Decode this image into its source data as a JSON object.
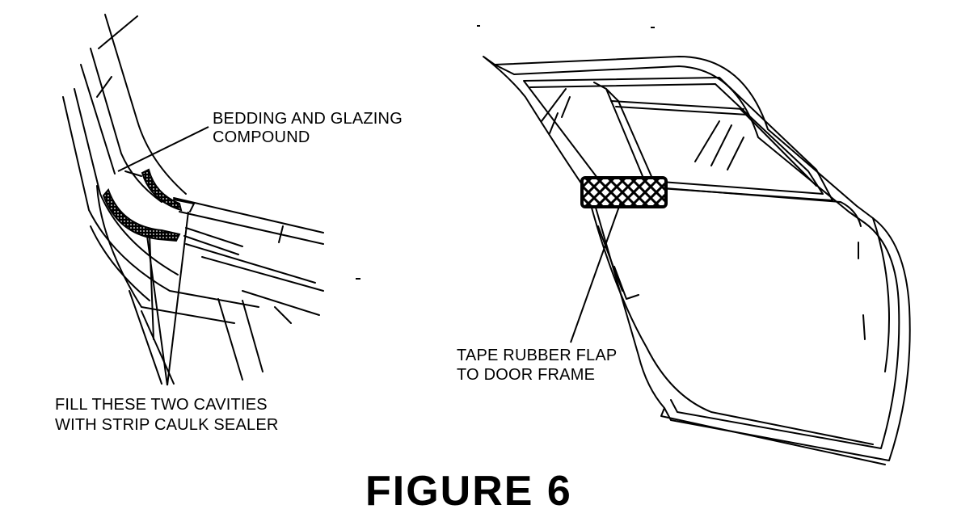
{
  "figure": {
    "title": "FIGURE 6",
    "labels": {
      "bedding_line1": "BEDDING AND GLAZING",
      "bedding_line2": "COMPOUND",
      "fill_line1": "FILL THESE TWO CAVITIES",
      "fill_line2": "WITH STRIP CAULK SEALER",
      "tape_line1": "TAPE RUBBER FLAP",
      "tape_line2": "TO DOOR FRAME"
    }
  },
  "colors": {
    "ink": "#000000",
    "paper": "#ffffff"
  }
}
